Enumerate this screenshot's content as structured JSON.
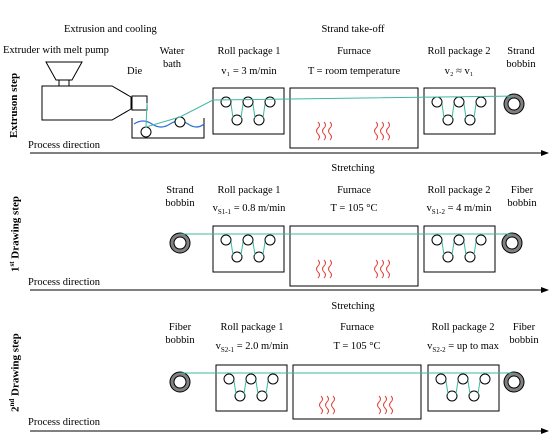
{
  "colors": {
    "line": "#000000",
    "strand": "#3fb8a0",
    "heat": "#e0413a",
    "water": "#2f6fd6",
    "bobbin_fill": "#808080"
  },
  "extrusion": {
    "side_label": "Extruson step",
    "header_left": "Extrusion and cooling",
    "header_right": "Strand take-off",
    "extruder": "Extruder with melt pump",
    "die": "Die",
    "water_bath_1": "Water",
    "water_bath_2": "bath",
    "roll1_title": "Roll package 1",
    "roll1_speed": "v₁ = 3 m/min",
    "furnace_title": "Furnace",
    "furnace_temp": "T = room temperature",
    "roll2_title": "Roll package 2",
    "roll2_speed": "v₂ ≈ v₁",
    "bobbin_1": "Strand",
    "bobbin_2": "bobbin",
    "process": "Process direction"
  },
  "drawing1": {
    "side_label_pre": "1",
    "side_label_sup": "st",
    "side_label_post": " Drawing step",
    "header": "Stretching",
    "left_bobbin_1": "Strand",
    "left_bobbin_2": "bobbin",
    "roll1_title": "Roll package 1",
    "roll1_speed_pre": "v",
    "roll1_speed_sub": "S1-1",
    "roll1_speed_post": " = 0.8 m/min",
    "furnace_title": "Furnace",
    "furnace_temp": "T = 105 °C",
    "roll2_title": "Roll package 2",
    "roll2_speed_pre": "v",
    "roll2_speed_sub": "S1-2",
    "roll2_speed_post": " = 4 m/min",
    "right_bobbin_1": "Fiber",
    "right_bobbin_2": "bobbin",
    "process": "Process direction"
  },
  "drawing2": {
    "side_label_pre": "2",
    "side_label_sup": "nd",
    "side_label_post": " Drawing step",
    "header": "Stretching",
    "left_bobbin_1": "Fiber",
    "left_bobbin_2": "bobbin",
    "roll1_title": "Roll package 1",
    "roll1_speed_pre": "v",
    "roll1_speed_sub": "S2-1",
    "roll1_speed_post": " = 2.0 m/min",
    "furnace_title": "Furnace",
    "furnace_temp": "T = 105 °C",
    "roll2_title": "Roll package 2",
    "roll2_speed_pre": "v",
    "roll2_speed_sub": "S2-2",
    "roll2_speed_post": " = up to max",
    "right_bobbin_1": "Fiber",
    "right_bobbin_2": "bobbin",
    "process": "Process direction"
  }
}
